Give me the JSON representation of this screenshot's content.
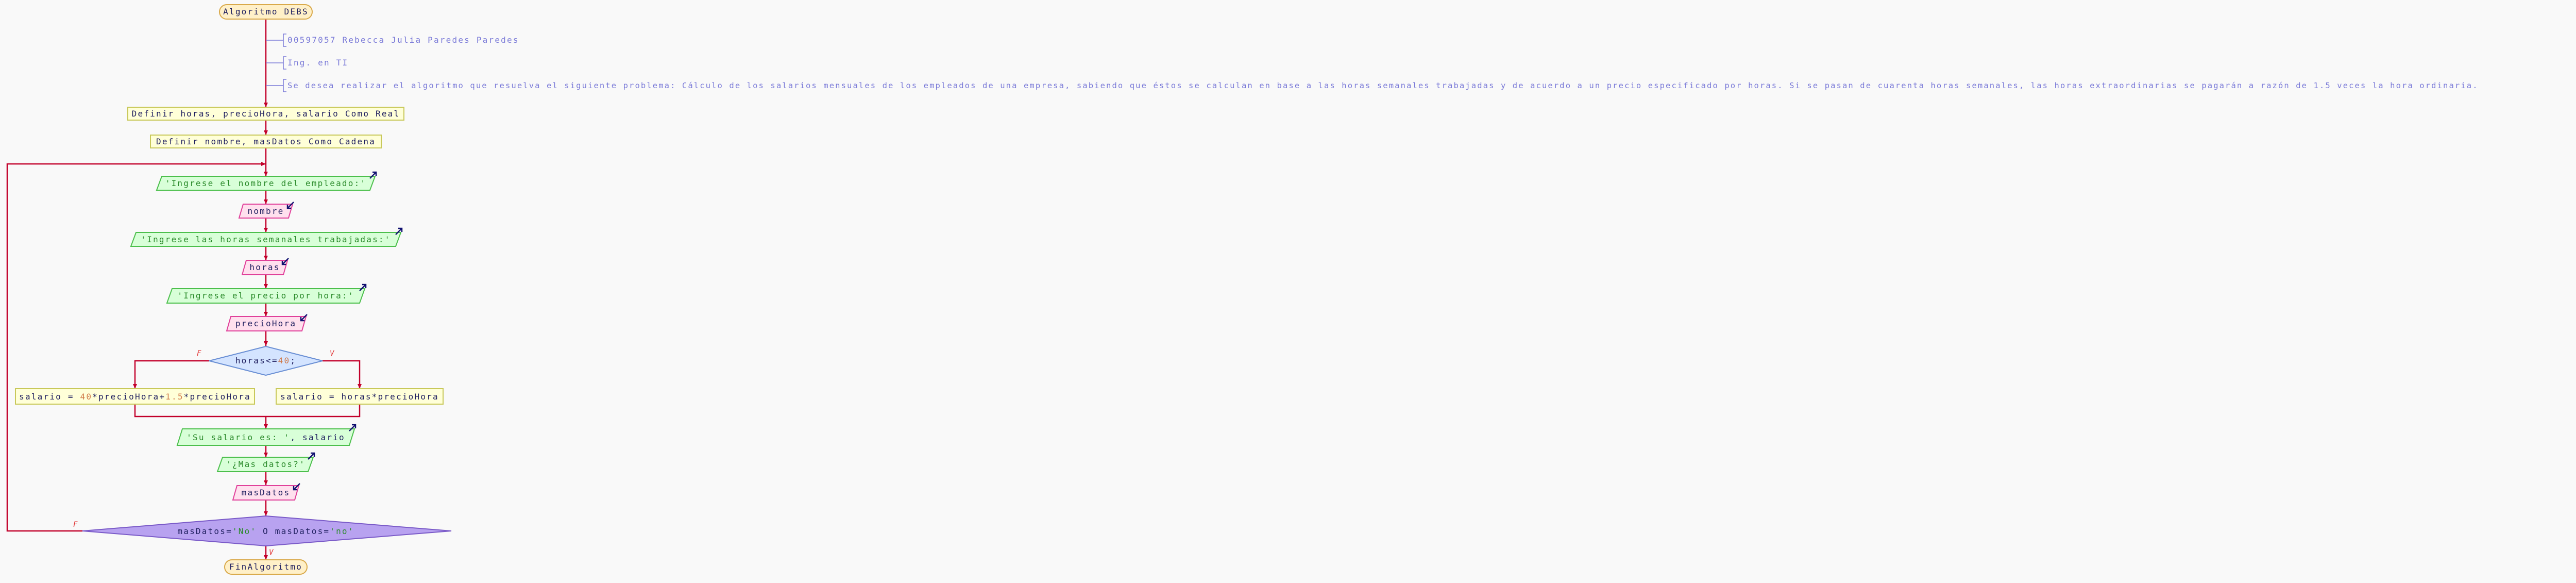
{
  "colors": {
    "background": "#f9f9f9",
    "flow_line": "#c2002a",
    "process_fill": "#ffffd8",
    "process_stroke": "#c8c85a",
    "output_fill": "#d8ffd8",
    "output_stroke": "#4cbf4c",
    "input_fill": "#ffe0ee",
    "input_stroke": "#e0409a",
    "decision_fill": "#d4e4ff",
    "decision_stroke": "#6a8fd4",
    "loop_decision_fill": "#b8a2f0",
    "loop_decision_stroke": "#7a5ac8",
    "terminal_fill": "#fff0c8",
    "terminal_stroke": "#d9a94a",
    "comment_text": "#7a7ad8",
    "node_text": "#202060",
    "string_text": "#2a8a2a",
    "number_text": "#d07a4a",
    "arrow_icon": "#101070"
  },
  "flowchart": {
    "title": "Algoritmo DEBS",
    "comments": [
      "00597057 Rebecca Julia Paredes Paredes",
      "Ing. en TI",
      "Se desea realizar el algoritmo que resuelva el siguiente problema: Cálculo de los salarios mensuales de los empleados de una empresa, sabiendo que éstos se calculan en base a las horas semanales trabajadas y de acuerdo a un precio especificado por horas. Si se pasan de cuarenta horas semanales, las horas extraordinarias se pagarán a razón de 1.5 veces la hora ordinaria."
    ],
    "define_1": "Definir horas, precioHora, salario Como Real",
    "define_2": "Definir nombre, masDatos Como Cadena",
    "output_1": "'Ingrese el nombre del empleado:'",
    "input_1": "nombre",
    "output_2": "'Ingrese las horas semanales trabajadas:'",
    "input_2": "horas",
    "output_3": "'Ingrese el precio por hora:'",
    "input_3": "precioHora",
    "decision": {
      "parts": [
        "horas",
        "<=",
        "40",
        ";"
      ],
      "false_label": "F",
      "true_label": "V"
    },
    "else_branch": {
      "parts": [
        "salario = ",
        "40",
        "*precioHora+",
        "1.5",
        "*precioHora"
      ]
    },
    "then_branch": "salario = horas*precioHora",
    "output_4": {
      "parts": [
        "'Su salario es: '",
        ", salario"
      ]
    },
    "output_5": "'¿Mas datos?'",
    "input_5": "masDatos",
    "loop": {
      "parts": [
        "masDatos=",
        "'No'",
        " O masDatos=",
        "'no'"
      ],
      "false_label": "F",
      "true_label": "V"
    },
    "end": "FinAlgoritmo"
  }
}
